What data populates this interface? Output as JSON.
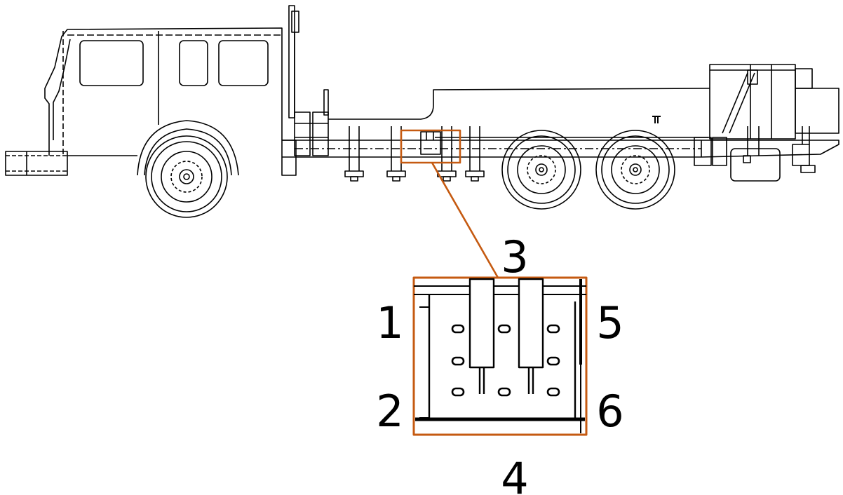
{
  "labels": {
    "l1": "1",
    "l2": "2",
    "l3": "3",
    "l4": "4",
    "l5": "5",
    "l6": "6"
  },
  "colors": {
    "callout": "#c55a11",
    "line": "#000000"
  }
}
